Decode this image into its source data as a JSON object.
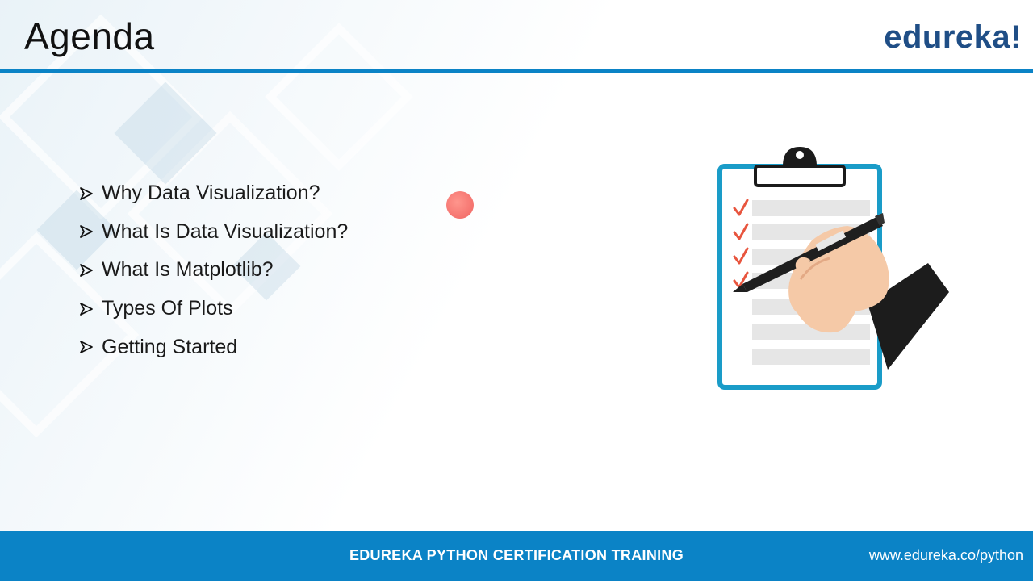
{
  "slide": {
    "title": "Agenda",
    "logo_text": "edureka!",
    "agenda_items": [
      "Why Data Visualization?",
      "What Is Data Visualization?",
      "What Is Matplotlib?",
      "Types Of Plots",
      "Getting Started"
    ],
    "checked_count": 4
  },
  "footer": {
    "center_text": "EDUREKA PYTHON CERTIFICATION TRAINING",
    "url_text": "www.edureka.co/python"
  },
  "colors": {
    "accent_blue": "#0b83c6",
    "logo_blue": "#1f4e86",
    "check_orange": "#e8553e",
    "cursor_red": "#ef5350"
  },
  "icons": {
    "bullet": "arrow-bullet-icon",
    "illustration": "clipboard-checklist-icon"
  }
}
